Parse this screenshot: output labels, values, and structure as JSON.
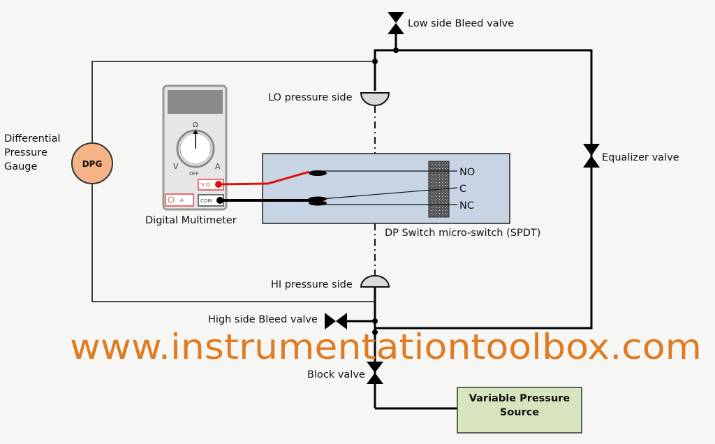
{
  "watermark": "www.instrumentationtoolbox.com",
  "labels": {
    "low_bleed": "Low side Bleed valve",
    "lo_side": "LO pressure side",
    "dpg_label_1": "Differential",
    "dpg_label_2": "Pressure",
    "dpg_label_3": "Gauge",
    "dpg": "DPG",
    "equalizer": "Equalizer valve",
    "multimeter": "Digital Multimeter",
    "switch": "DP Switch micro-switch (SPDT)",
    "hi_side": "HI pressure side",
    "high_bleed": "High side Bleed valve",
    "block": "Block valve",
    "source_1": "Variable Pressure",
    "source_2": "Source",
    "no": "NO",
    "c": "C",
    "nc": "NC"
  },
  "multimeter": {
    "ohm": "Ω",
    "off": "OFF",
    "v_ohm_jack": "V Ω",
    "a_jack": "A",
    "com_jack": "COM",
    "v": "V",
    "a": "A"
  },
  "colors": {
    "watermark": "#e07b22",
    "switch_box": "#c6d4e4",
    "dpg_fill": "#f5b386",
    "source_fill": "#d7e4bd",
    "red_lead": "#e01010"
  }
}
